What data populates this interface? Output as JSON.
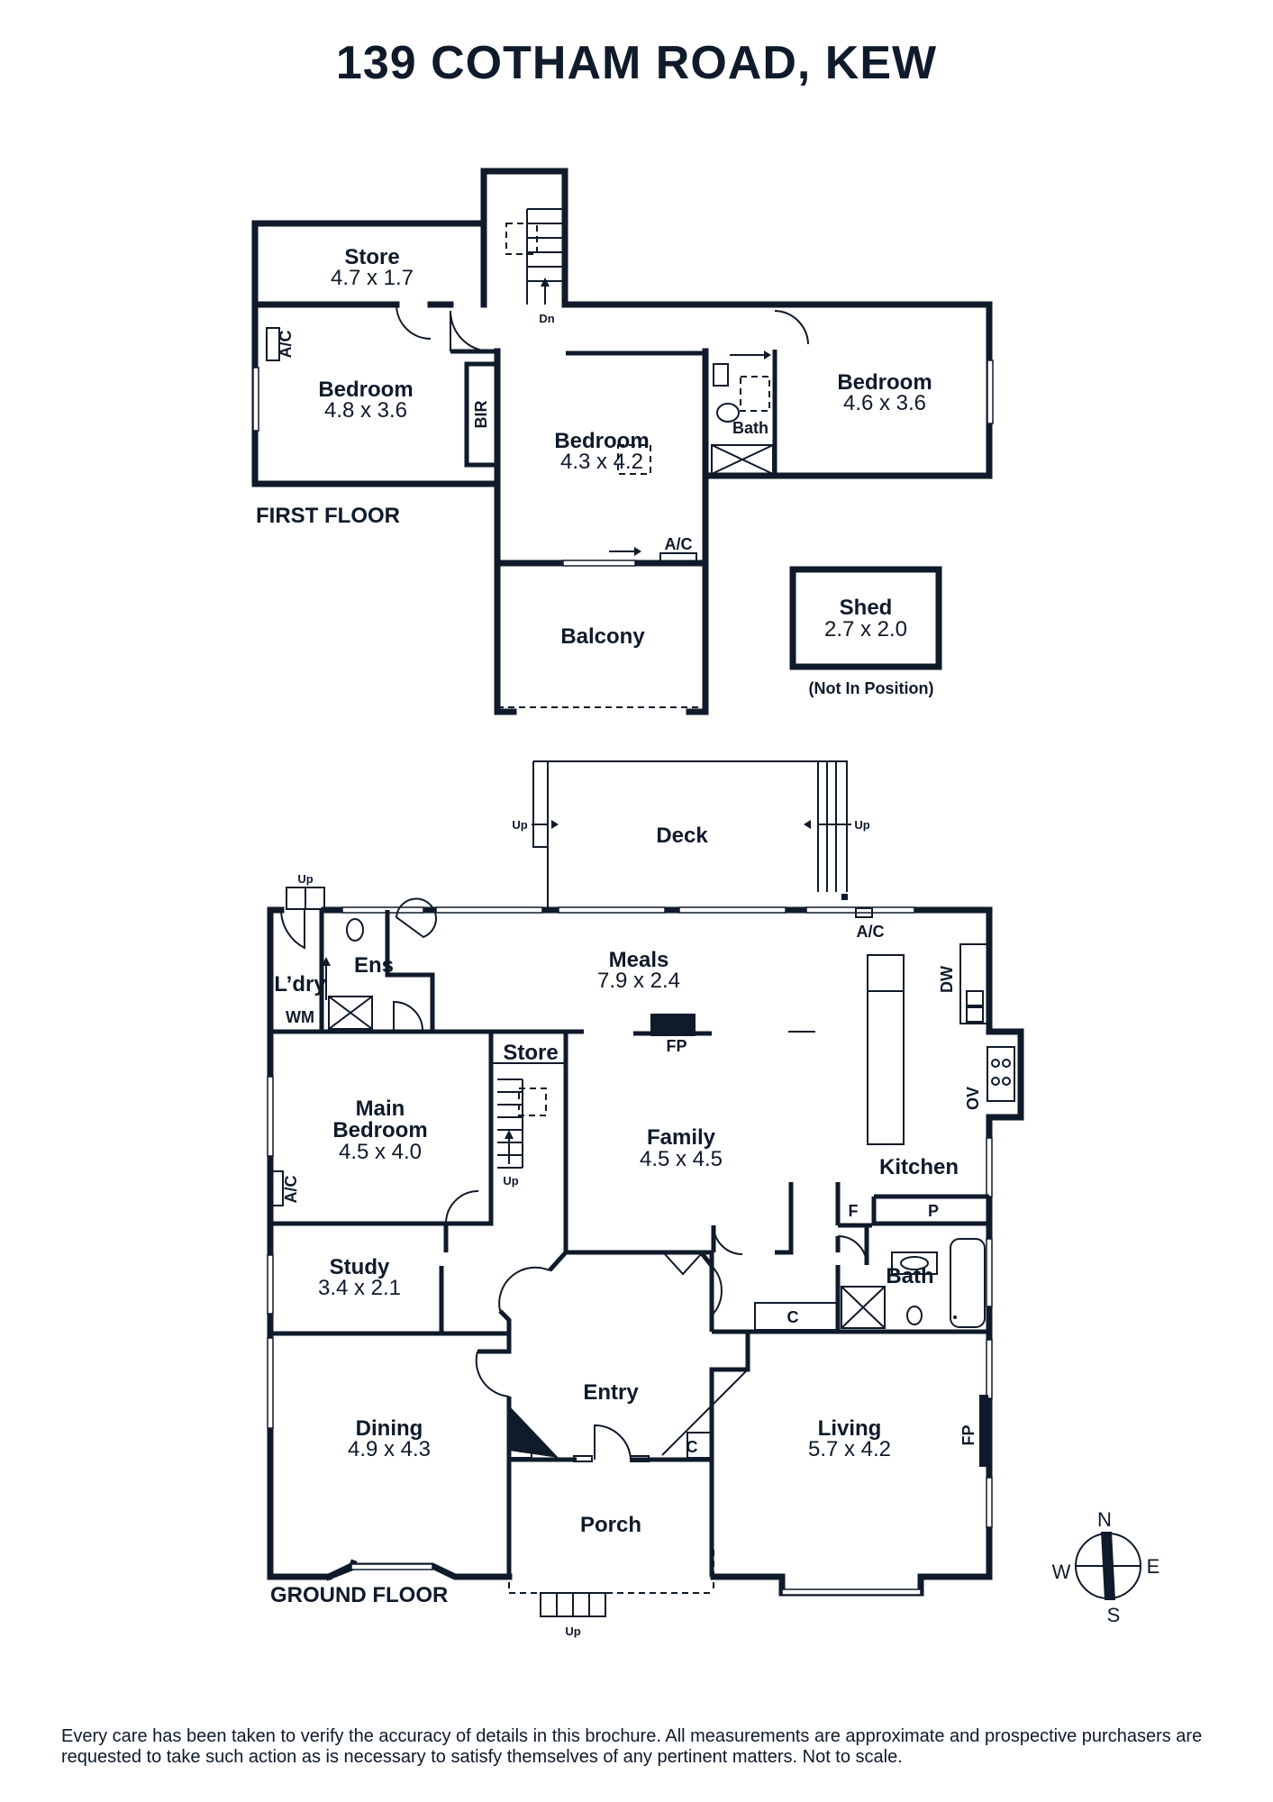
{
  "title": "139 COTHAM ROAD, KEW",
  "first_floor": {
    "label": "FIRST FLOOR",
    "rooms": {
      "store": {
        "name": "Store",
        "dims": "4.7 x 1.7"
      },
      "bedroom_left": {
        "name": "Bedroom",
        "dims": "4.8 x 3.6"
      },
      "bedroom_mid": {
        "name": "Bedroom",
        "dims": "4.3 x 4.2"
      },
      "bedroom_right": {
        "name": "Bedroom",
        "dims": "4.6 x 3.6"
      },
      "bath": {
        "name": "Bath"
      },
      "balcony": {
        "name": "Balcony"
      }
    },
    "labels": {
      "ac_left": "A/C",
      "ac_mid": "A/C",
      "bir": "BIR",
      "dn": "Dn"
    }
  },
  "shed": {
    "name": "Shed",
    "dims": "2.7 x 2.0",
    "note": "(Not In Position)"
  },
  "ground_floor": {
    "label": "GROUND FLOOR",
    "rooms": {
      "deck": {
        "name": "Deck"
      },
      "meals": {
        "name": "Meals",
        "dims": "7.9 x 2.4"
      },
      "ens": {
        "name": "Ens"
      },
      "ldry": {
        "name": "L’dry"
      },
      "store": {
        "name": "Store"
      },
      "main_bedroom": {
        "name_line1": "Main",
        "name_line2": "Bedroom",
        "dims": "4.5 x 4.0"
      },
      "family": {
        "name": "Family",
        "dims": "4.5 x 4.5"
      },
      "kitchen": {
        "name": "Kitchen"
      },
      "study": {
        "name": "Study",
        "dims": "3.4 x 2.1"
      },
      "bath": {
        "name": "Bath"
      },
      "entry": {
        "name": "Entry"
      },
      "dining": {
        "name": "Dining",
        "dims": "4.9 x 4.3"
      },
      "living": {
        "name": "Living",
        "dims": "5.7 x 4.2"
      },
      "porch": {
        "name": "Porch"
      }
    },
    "labels": {
      "wm": "WM",
      "fp_meals": "FP",
      "fp_living": "FP",
      "ac_kitchen": "A/C",
      "ac_main": "A/C",
      "dw": "DW",
      "ov": "OV",
      "f": "F",
      "p": "P",
      "c_hall": "C",
      "c_left": "C",
      "c_right": "C",
      "up_deck_left": "Up",
      "up_deck_right": "Up",
      "up_ldry": "Up",
      "up_stairs": "Up",
      "up_porch": "Up"
    }
  },
  "compass": {
    "n": "N",
    "e": "E",
    "s": "S",
    "w": "W"
  },
  "disclaimer": "Every care has been taken to verify the accuracy of details in this brochure. All measurements are approximate and prospective purchasers are requested to take such action as is necessary to satisfy themselves of any pertinent matters. Not to scale."
}
